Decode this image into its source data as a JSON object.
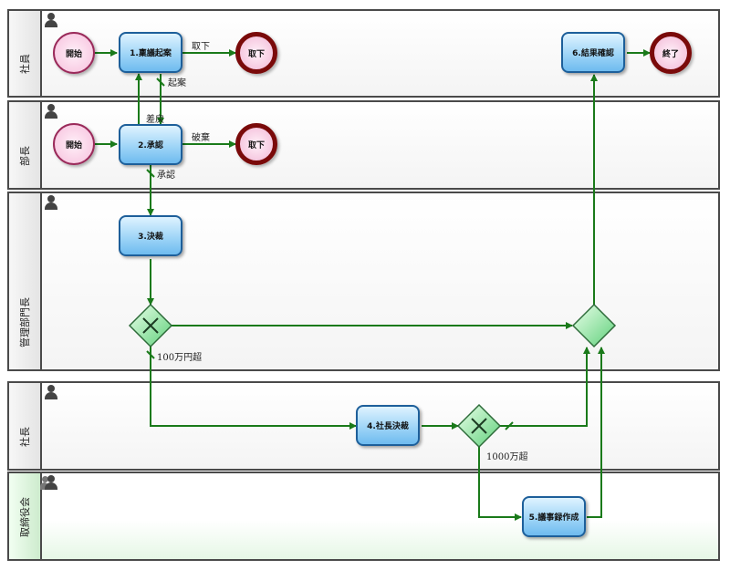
{
  "lanes": [
    {
      "id": "employee",
      "label": "社員"
    },
    {
      "id": "manager",
      "label": "部長"
    },
    {
      "id": "admin_head",
      "label": "管理部門長"
    },
    {
      "id": "president",
      "label": "社長"
    },
    {
      "id": "board",
      "label": "取締役会"
    }
  ],
  "events": {
    "start1": "開始",
    "end1": "取下",
    "end_final": "終了",
    "start2": "開始",
    "end2": "取下"
  },
  "tasks": {
    "t1": "1.稟議起案",
    "t2": "2.承認",
    "t3": "3.決裁",
    "t4": "4.社長決裁",
    "t5": "5.議事録作成",
    "t6": "6.結果確認"
  },
  "flow_labels": {
    "withdraw": "取下",
    "draft": "起案",
    "remand": "差戻",
    "reject": "破棄",
    "approve": "承認",
    "over_1m": "100万円超",
    "over_10m": "1000万超"
  },
  "colors": {
    "flow": "#1a7a1a",
    "task_border": "#1d5f9a",
    "gateway": "#2e8b3e"
  }
}
